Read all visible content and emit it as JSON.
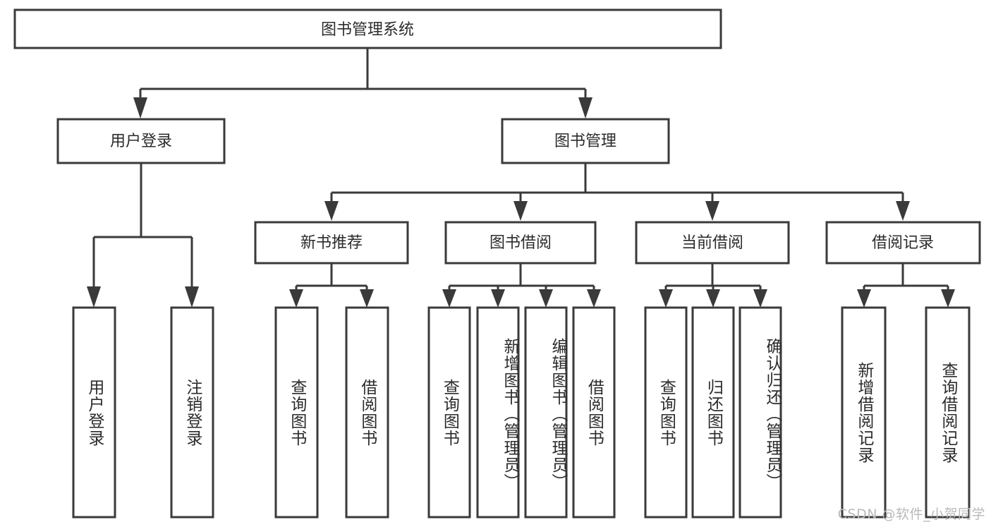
{
  "diagram": {
    "title": "图书管理系统",
    "type": "hierarchy-tree",
    "watermark": "CSDN @软件_小贺同学",
    "colors": {
      "box_stroke": "#3a3a3a",
      "box_fill": "#ffffff",
      "text": "#2b2b2b",
      "background": "#ffffff",
      "watermark": "#b9b9b9"
    },
    "levels": {
      "level1": {
        "nodes": [
          {
            "id": "root",
            "label": "图书管理系统",
            "orientation": "horizontal"
          }
        ]
      },
      "level2": {
        "nodes": [
          {
            "id": "user-login",
            "label": "用户登录",
            "orientation": "horizontal"
          },
          {
            "id": "book-manage",
            "label": "图书管理",
            "orientation": "horizontal"
          }
        ]
      },
      "level3": {
        "nodes": [
          {
            "id": "new-book-recommend",
            "label": "新书推荐",
            "orientation": "horizontal"
          },
          {
            "id": "book-borrow",
            "label": "图书借阅",
            "orientation": "horizontal"
          },
          {
            "id": "current-borrow",
            "label": "当前借阅",
            "orientation": "horizontal"
          },
          {
            "id": "borrow-record",
            "label": "借阅记录",
            "orientation": "horizontal"
          }
        ]
      },
      "level4": {
        "nodes": [
          {
            "id": "leaf-user-login",
            "label": "用户登录",
            "orientation": "vertical",
            "parent": "user-login"
          },
          {
            "id": "leaf-logout-login",
            "label": "注销登录",
            "orientation": "vertical",
            "parent": "user-login"
          },
          {
            "id": "leaf-query-book-1",
            "label": "查询图书",
            "orientation": "vertical",
            "parent": "new-book-recommend"
          },
          {
            "id": "leaf-borrow-book-1",
            "label": "借阅图书",
            "orientation": "vertical",
            "parent": "new-book-recommend"
          },
          {
            "id": "leaf-query-book-2",
            "label": "查询图书",
            "orientation": "vertical",
            "parent": "book-borrow"
          },
          {
            "id": "leaf-add-book",
            "label": "新增图书（管理员）",
            "orientation": "vertical",
            "parent": "book-borrow"
          },
          {
            "id": "leaf-edit-book",
            "label": "编辑图书（管理员）",
            "orientation": "vertical",
            "parent": "book-borrow"
          },
          {
            "id": "leaf-borrow-book-2",
            "label": "借阅图书",
            "orientation": "vertical",
            "parent": "book-borrow"
          },
          {
            "id": "leaf-query-book-3",
            "label": "查询图书",
            "orientation": "vertical",
            "parent": "current-borrow"
          },
          {
            "id": "leaf-return-book",
            "label": "归还图书",
            "orientation": "vertical",
            "parent": "current-borrow"
          },
          {
            "id": "leaf-confirm-return",
            "label": "确认归还（管理员）",
            "orientation": "vertical",
            "parent": "current-borrow"
          },
          {
            "id": "leaf-add-record",
            "label": "新增借阅记录",
            "orientation": "vertical",
            "parent": "borrow-record"
          },
          {
            "id": "leaf-query-record",
            "label": "查询借阅记录",
            "orientation": "vertical",
            "parent": "borrow-record"
          }
        ]
      }
    }
  }
}
